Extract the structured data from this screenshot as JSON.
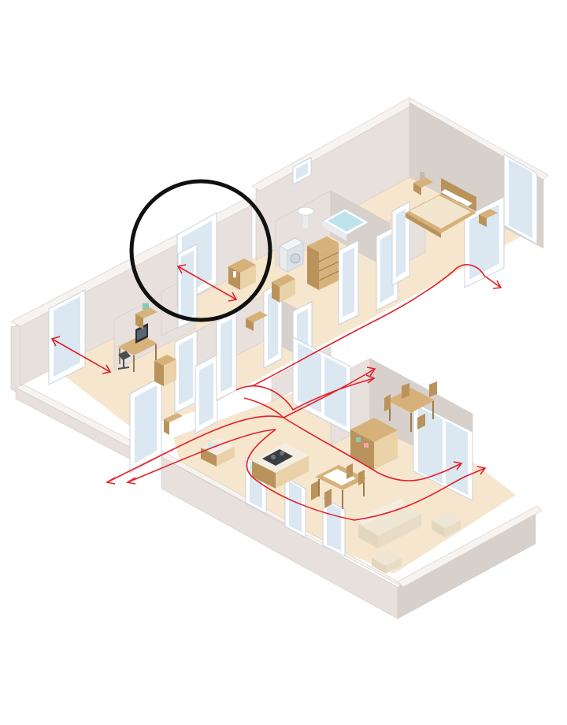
{
  "diagram": {
    "kind": "isometric-apartment-plan",
    "colors": {
      "background": "#ffffff",
      "floor": "#f6e6cd",
      "floor_alt": "#efdcbc",
      "wall_top": "#f7f3f0",
      "wall_side": "#e7e0dc",
      "wall_dark": "#d8d0cb",
      "door_glass": "#dbe7f1",
      "door_frame": "#ffffff",
      "wood": "#d6b27a",
      "wood_dark": "#b9935b",
      "airflow_arrow": "#e2202a",
      "highlight_ring": "#111111"
    },
    "rooms": [
      {
        "id": "office",
        "items": [
          "desk",
          "monitor",
          "office-chair",
          "drawer-cabinet"
        ]
      },
      {
        "id": "bedroom",
        "items": [
          "double-bed",
          "nightstand",
          "balcony-door"
        ]
      },
      {
        "id": "bathroom",
        "items": [
          "washbasin",
          "bathtub",
          "washing-machine",
          "shelf"
        ]
      },
      {
        "id": "closet",
        "items": [
          "cabinet"
        ]
      },
      {
        "id": "hallway",
        "items": [
          "interior-doors"
        ]
      },
      {
        "id": "kitchen",
        "items": [
          "counter",
          "stove",
          "sink"
        ]
      },
      {
        "id": "dining",
        "items": [
          "dining-table",
          "chairs"
        ]
      },
      {
        "id": "living",
        "items": [
          "sofa",
          "armchair",
          "coffee-table",
          "sideboard"
        ]
      }
    ],
    "annotations": {
      "highlight": "circle-around-small-room",
      "arrows": "red-airflow-paths"
    }
  }
}
